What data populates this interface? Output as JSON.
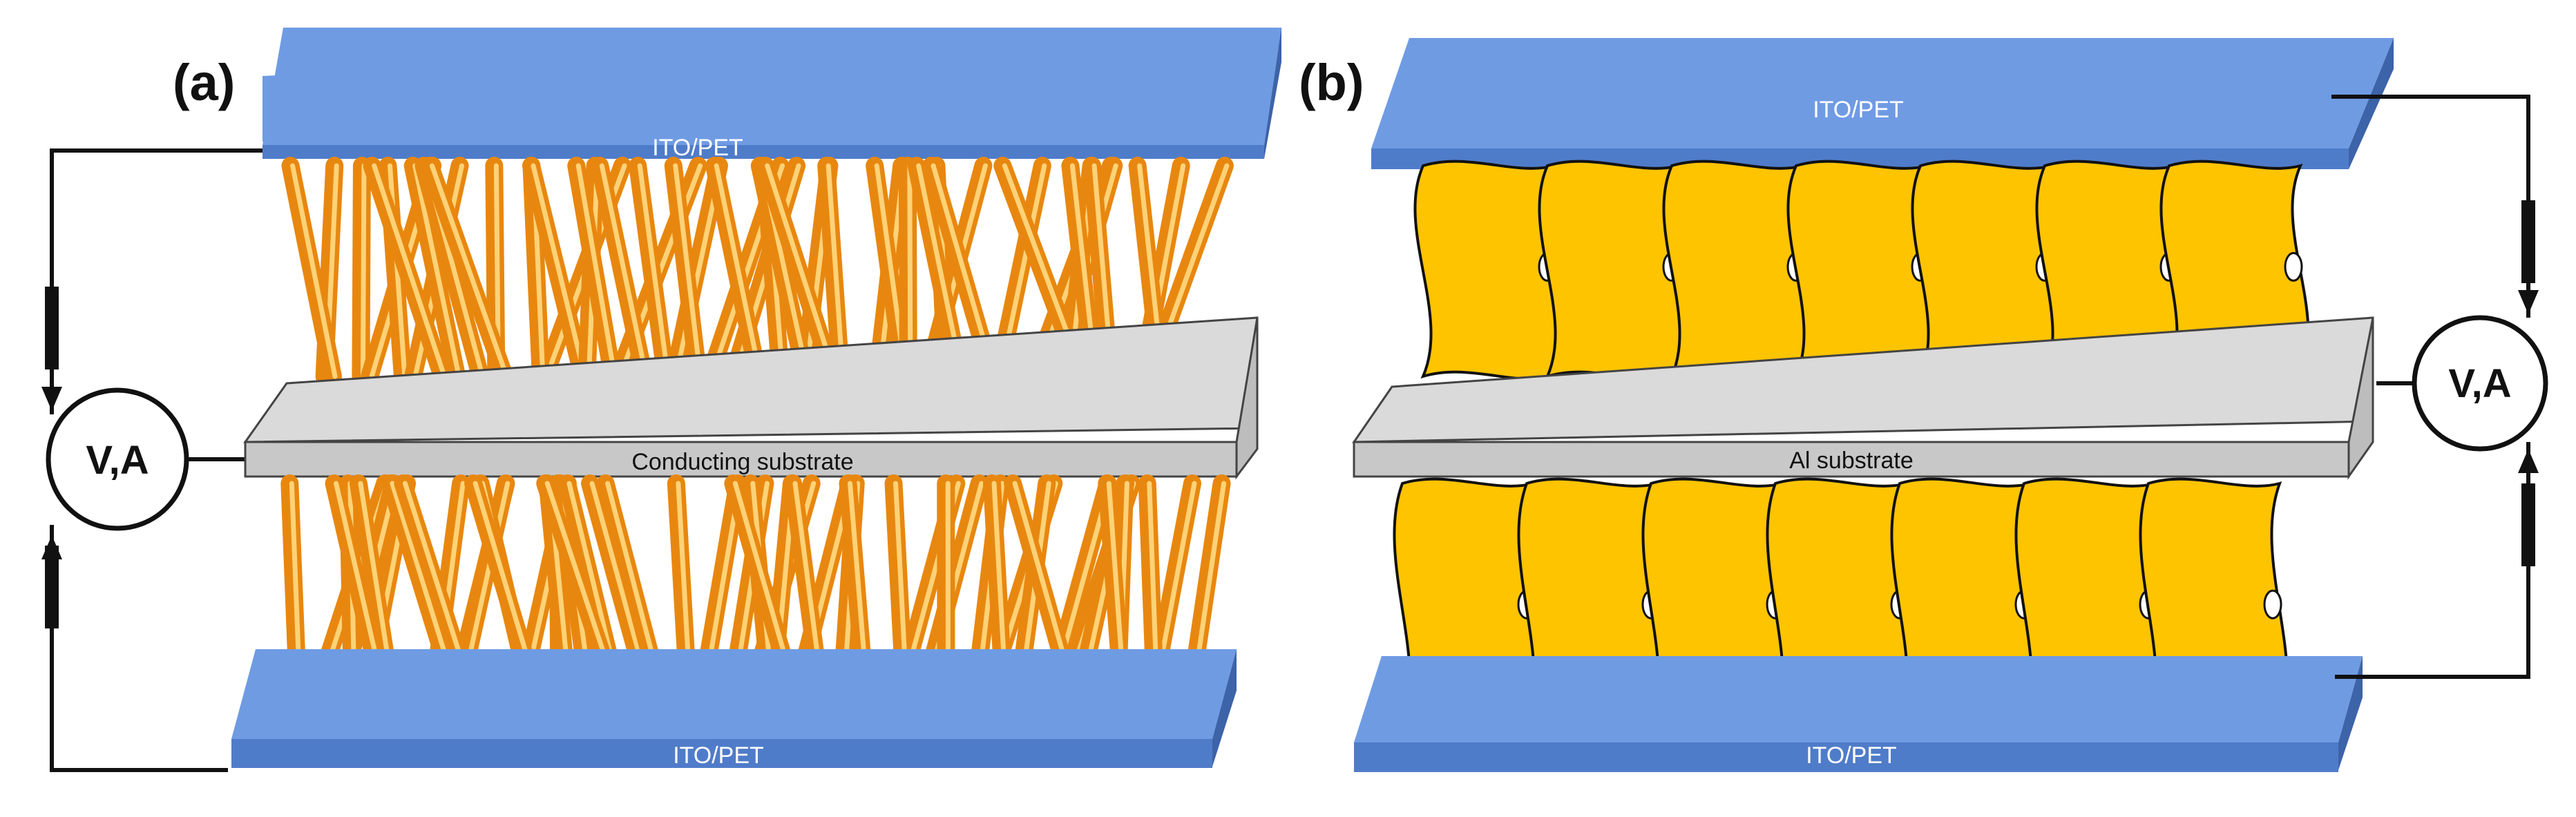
{
  "panels": [
    {
      "id": "a",
      "label": "(a)",
      "top_electrode": "ITO/PET",
      "substrate": "Conducting substrate",
      "bottom_electrode": "ITO/PET",
      "meter": "V,A"
    },
    {
      "id": "b",
      "label": "(b)",
      "top_electrode": "ITO/PET",
      "substrate": "Al substrate",
      "bottom_electrode": "ITO/PET",
      "meter": "V,A"
    }
  ],
  "colors": {
    "electrode_top": "#6f9be3",
    "electrode_front": "#4f7cc9",
    "electrode_side": "#3d63a8",
    "substrate_top": "#d8d8d8",
    "substrate_front": "#c4c4c4",
    "nanorod": "#f39a1c",
    "nanorod_highlight": "#ffd277",
    "nanosheet": "#ffc400",
    "nanosheet_edge": "#111111",
    "wire": "#111111"
  }
}
